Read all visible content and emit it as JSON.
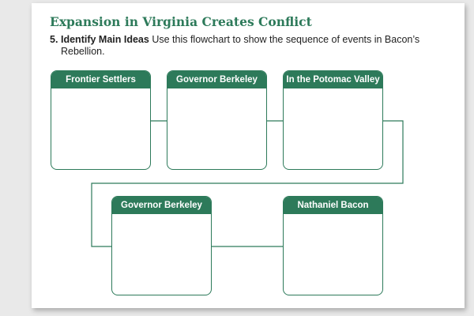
{
  "section_title": "Expansion in Virginia Creates Conflict",
  "question": {
    "number": "5.",
    "lead": "Identify Main Ideas",
    "text_line1": " Use this flowchart to show the sequence of events in Bacon’s",
    "text_line2": "Rebellion."
  },
  "flowchart": {
    "boxes": [
      {
        "label": "Frontier Settlers",
        "content": ""
      },
      {
        "label": "Governor Berkeley",
        "content": ""
      },
      {
        "label": "In the Potomac Valley",
        "content": ""
      },
      {
        "label": "Governor Berkeley",
        "content": ""
      },
      {
        "label": "Nathaniel Bacon",
        "content": ""
      }
    ]
  },
  "colors": {
    "accent": "#2d7a5a",
    "header_text": "#ffffff",
    "body_text": "#222222"
  }
}
